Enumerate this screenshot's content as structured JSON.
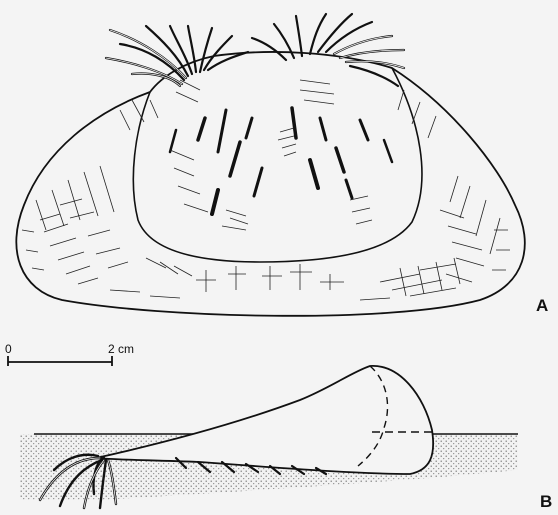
{
  "panels": [
    {
      "label": "A"
    },
    {
      "label": "B"
    }
  ],
  "scale_bar": {
    "start_label": "0",
    "end_label": "2 cm"
  }
}
